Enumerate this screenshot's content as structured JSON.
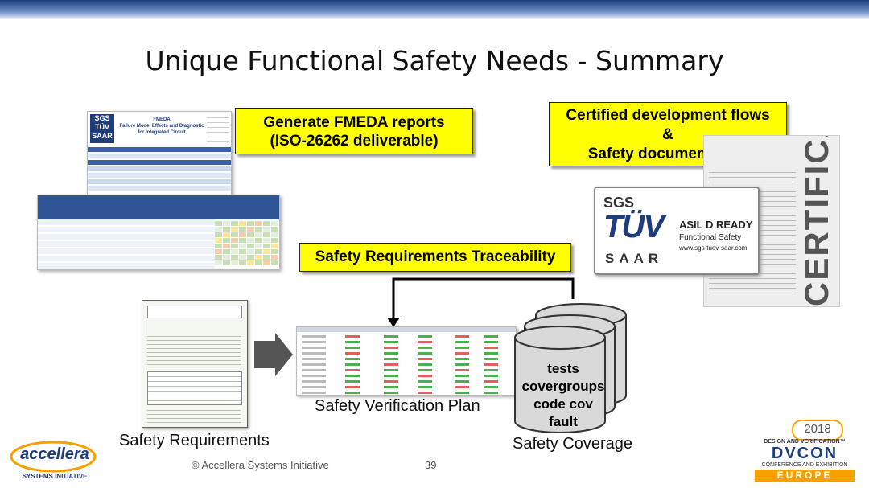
{
  "slide": {
    "title": "Unique Functional Safety Needs -  Summary"
  },
  "callouts": {
    "fmeda_line1": "Generate FMEDA reports",
    "fmeda_line2": "(ISO-26262 deliverable)",
    "certified_line1": "Certified development flows",
    "certified_line2": "&",
    "certified_line3": "Safety documentation",
    "traceability": "Safety Requirements Traceability"
  },
  "fmeda_sheet": {
    "logo": "TÜV",
    "heading1": "FMEDA",
    "heading2": "Failure Mode, Effects and Diagnostic",
    "heading3": "for Integrated Circuit"
  },
  "labels": {
    "safety_requirements": "Safety Requirements",
    "safety_verification_plan": "Safety Verification Plan",
    "safety_coverage": "Safety Coverage"
  },
  "coverage_stack": {
    "items": [
      "tests",
      "covergroups",
      "code cov",
      "fault"
    ]
  },
  "tuv_badge": {
    "sgs": "SGS",
    "tuv": "TÜV",
    "saar": "SAAR",
    "asil": "ASIL D READY",
    "functional_safety": "Functional Safety",
    "url": "www.sgs-tuev-saar.com"
  },
  "certificate": {
    "word": "CERTIFICATE"
  },
  "footer": {
    "copyright": "© Accellera Systems Initiative",
    "page_number": "39",
    "accellera_logo": "accellera",
    "accellera_sub": "SYSTEMS INITIATIVE",
    "dvcon_year": "2018",
    "dvcon_tagline": "DESIGN AND VERIFICATION™",
    "dvcon_name": "DVCON",
    "dvcon_sub": "CONFERENCE AND EXHIBITION",
    "dvcon_region": "EUROPE"
  },
  "colors": {
    "callout_fill": "#ffff00",
    "tuv_blue": "#1f3d7a",
    "accent_orange": "#f7a000"
  }
}
